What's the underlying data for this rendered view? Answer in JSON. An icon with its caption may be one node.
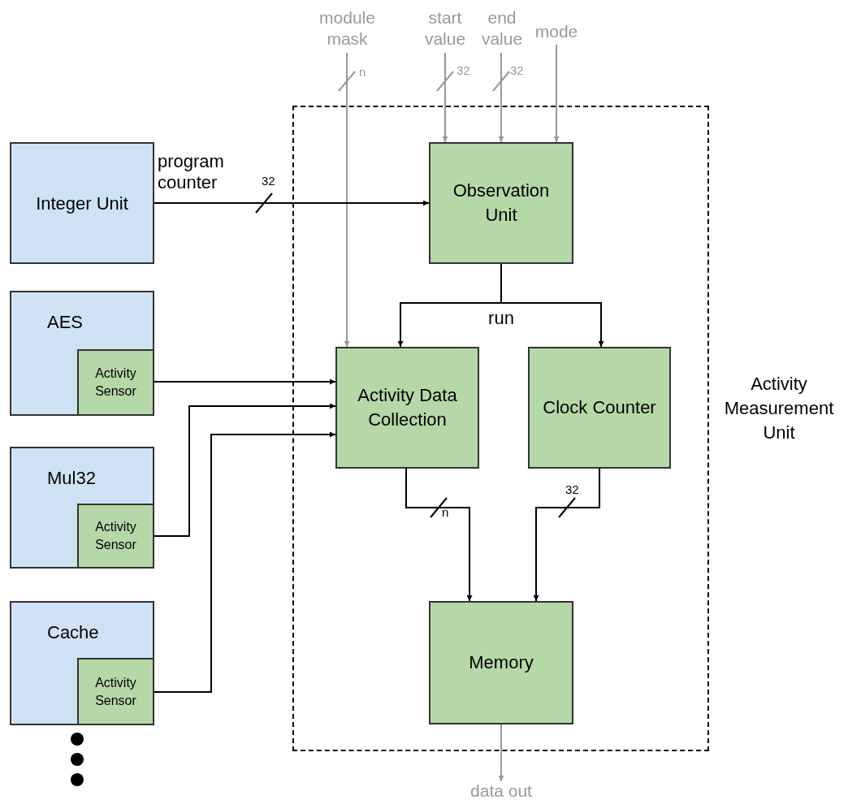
{
  "diagram": {
    "nodes": [
      {
        "text": [
          "module mask"
        ]
      },
      {
        "text": [
          "start value"
        ]
      },
      {
        "text": [
          "end value"
        ]
      },
      {
        "text": [
          "mode"
        ]
      },
      {
        "text": [
          "Integer Unit"
        ]
      },
      {
        "text": [
          "AES"
        ]
      },
      {
        "text": [
          "Activity Sensor"
        ],
        "in": 5
      },
      {
        "text": [
          "Mul32"
        ]
      },
      {
        "text": [
          "Activity Sensor"
        ],
        "in": 7
      },
      {
        "text": [
          "Cache"
        ]
      },
      {
        "text": [
          "Activity Sensor"
        ],
        "in": 9
      },
      {
        "text": [
          "Activity Measurement Unit"
        ]
      },
      {
        "text": [
          "Observation Unit"
        ],
        "in": 11
      },
      {
        "text": [
          "Activity Data Collection"
        ],
        "in": 11
      },
      {
        "text": [
          "Clock Counter"
        ],
        "in": 11
      },
      {
        "text": [
          "Memory"
        ],
        "in": 11
      },
      {
        "text": [
          "data out"
        ]
      }
    ],
    "edges": [
      {
        "from": 0,
        "to": 13,
        "arrow": "to",
        "color": "#999999"
      },
      {
        "from": 1,
        "to": 12,
        "arrow": "to",
        "color": "#999999"
      },
      {
        "from": 2,
        "to": 12,
        "arrow": "to",
        "color": "#999999"
      },
      {
        "from": 3,
        "to": 12,
        "arrow": "to",
        "color": "#999999"
      },
      {
        "from": 4,
        "to": 12,
        "arrow": "to",
        "label": "program counter"
      },
      {
        "from": 12,
        "to": 13,
        "arrow": "to",
        "label": "run"
      },
      {
        "from": 12,
        "to": 14,
        "arrow": "to"
      },
      {
        "from": 6,
        "to": 13,
        "arrow": "to"
      },
      {
        "from": 8,
        "to": 13,
        "arrow": "to"
      },
      {
        "from": 10,
        "to": 13,
        "arrow": "to"
      },
      {
        "from": 13,
        "to": 15,
        "arrow": "to"
      },
      {
        "from": 14,
        "to": 15,
        "arrow": "to"
      },
      {
        "from": 15,
        "to": 16,
        "arrow": "to",
        "color": "#999999"
      }
    ],
    "labels": [
      "n",
      "32",
      "32",
      "32",
      "32",
      "n"
    ]
  }
}
